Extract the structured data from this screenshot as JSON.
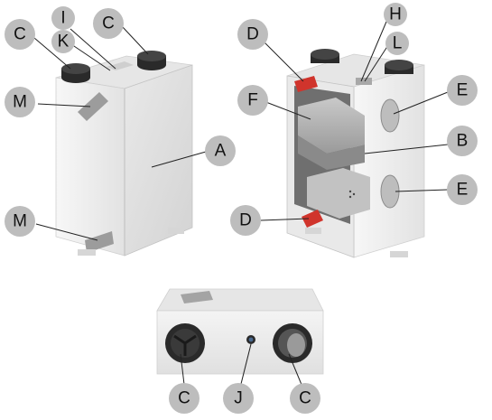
{
  "callouts": {
    "c_top_left": "C",
    "i": "I",
    "k": "K",
    "c_top_mid": "C",
    "m_top": "M",
    "a": "A",
    "m_bottom": "M",
    "d_top": "D",
    "h": "H",
    "l": "L",
    "f": "F",
    "e_top": "E",
    "b": "B",
    "e_bottom": "E",
    "d_bottom": "D",
    "c_bottom_left": "C",
    "j": "J",
    "c_bottom_right": "C"
  }
}
